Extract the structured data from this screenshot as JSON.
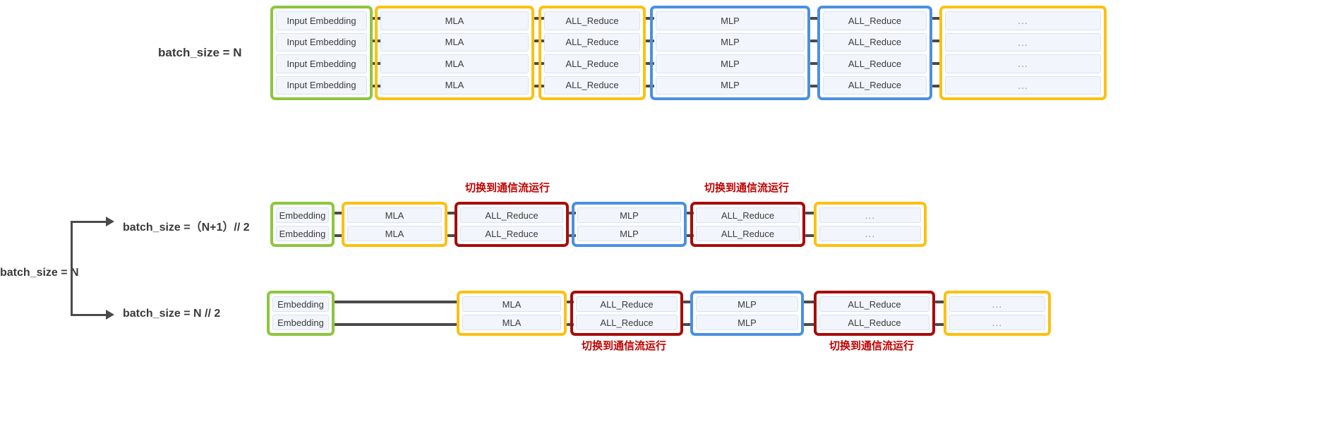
{
  "diagram": {
    "title_label_top": "batch_size = N",
    "root_label": "batch_size = N",
    "branch_labels": {
      "upper": "batch_size =（N+1）// 2",
      "lower": "batch_size = N // 2"
    },
    "annotation_text": "切换到通信流运行",
    "colors": {
      "green": "#8CC63E",
      "yellow": "#FDC010",
      "blue": "#4A90E2",
      "red": "#A90B0B",
      "cell_bg": "#F2F6FC",
      "connector": "#4A4A4A",
      "annotation": "#C00000",
      "text": "#3A3A3A"
    },
    "sections": [
      {
        "id": "top",
        "rows": 4,
        "stages": [
          {
            "name": "input-embedding",
            "label": "Input Embedding",
            "color": "green",
            "labels": [
              "Input Embedding",
              "Input Embedding",
              "Input Embedding",
              "Input Embedding"
            ]
          },
          {
            "name": "mla",
            "label": "MLA",
            "color": "yellow",
            "labels": [
              "MLA",
              "MLA",
              "MLA",
              "MLA"
            ]
          },
          {
            "name": "all-reduce-1",
            "label": "ALL_Reduce",
            "color": "yellow",
            "labels": [
              "ALL_Reduce",
              "ALL_Reduce",
              "ALL_Reduce",
              "ALL_Reduce"
            ]
          },
          {
            "name": "mlp",
            "label": "MLP",
            "color": "blue",
            "labels": [
              "MLP",
              "MLP",
              "MLP",
              "MLP"
            ]
          },
          {
            "name": "all-reduce-2",
            "label": "ALL_Reduce",
            "color": "blue",
            "labels": [
              "ALL_Reduce",
              "ALL_Reduce",
              "ALL_Reduce",
              "ALL_Reduce"
            ]
          },
          {
            "name": "more",
            "label": "...",
            "color": "yellow",
            "labels": [
              "...",
              "...",
              "...",
              "..."
            ]
          }
        ]
      },
      {
        "id": "middle",
        "rows": 2,
        "stages": [
          {
            "name": "embedding",
            "label": "Embedding",
            "color": "green",
            "labels": [
              "Embedding",
              "Embedding"
            ]
          },
          {
            "name": "mla",
            "label": "MLA",
            "color": "yellow",
            "labels": [
              "MLA",
              "MLA"
            ]
          },
          {
            "name": "all-reduce-1",
            "label": "ALL_Reduce",
            "color": "red",
            "labels": [
              "ALL_Reduce",
              "ALL_Reduce"
            ]
          },
          {
            "name": "mlp",
            "label": "MLP",
            "color": "blue",
            "labels": [
              "MLP",
              "MLP"
            ]
          },
          {
            "name": "all-reduce-2",
            "label": "ALL_Reduce",
            "color": "red",
            "labels": [
              "ALL_Reduce",
              "ALL_Reduce"
            ]
          },
          {
            "name": "more",
            "label": "...",
            "color": "yellow",
            "labels": [
              "...",
              "..."
            ]
          }
        ]
      },
      {
        "id": "bottom",
        "rows": 2,
        "stages": [
          {
            "name": "embedding",
            "label": "Embedding",
            "color": "green",
            "labels": [
              "Embedding",
              "Embedding"
            ]
          },
          {
            "name": "mla",
            "label": "MLA",
            "color": "yellow",
            "labels": [
              "MLA",
              "MLA"
            ]
          },
          {
            "name": "all-reduce-1",
            "label": "ALL_Reduce",
            "color": "red",
            "labels": [
              "ALL_Reduce",
              "ALL_Reduce"
            ]
          },
          {
            "name": "mlp",
            "label": "MLP",
            "color": "blue",
            "labels": [
              "MLP",
              "MLP"
            ]
          },
          {
            "name": "all-reduce-2",
            "label": "ALL_Reduce",
            "color": "red",
            "labels": [
              "ALL_Reduce",
              "ALL_Reduce"
            ]
          },
          {
            "name": "more",
            "label": "...",
            "color": "yellow",
            "labels": [
              "...",
              "..."
            ]
          }
        ]
      }
    ]
  }
}
